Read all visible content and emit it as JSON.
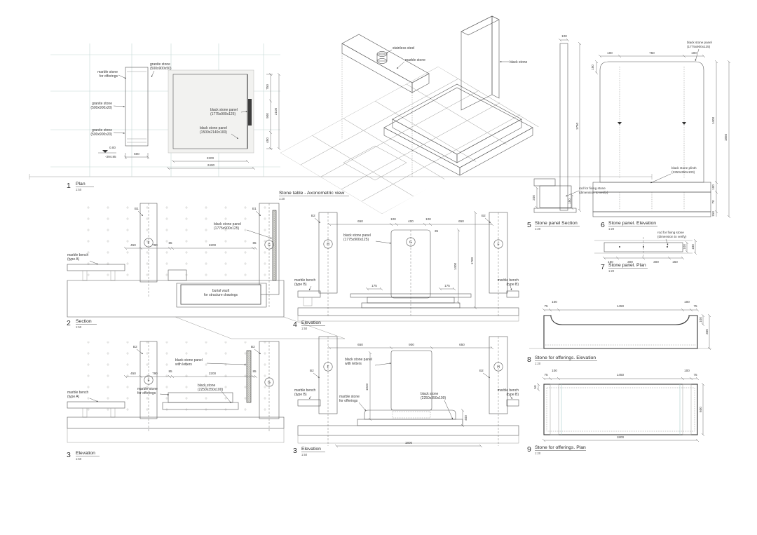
{
  "axon": {
    "caption": "Stone table - Axonometric view",
    "scale": "1:20",
    "lbl": {
      "black_stone": "black stone",
      "stainless": "stainless steel",
      "marble": "marble stone"
    }
  },
  "d1": {
    "num": "1",
    "title": "Plan",
    "scale": "1:50",
    "lbl": {
      "marble1": "marble stone",
      "marble2": "for offerings",
      "gtop1": "granite stone",
      "gtop2": "(500x900x50)",
      "ga1": "granite stone",
      "ga2": "(500x900x20)",
      "gb1": "granite stone",
      "gb2": "(500x900x20)",
      "p1": "black stone panel",
      "p2": "(1775x900x125)",
      "t1": "black stone panel",
      "t2": "(1500x2140x100)"
    },
    "dim": {
      "a": "750",
      "b": "900",
      "c": "450",
      "d": "2100",
      "e": "600",
      "f": "2200",
      "g": "2400",
      "lvl1": "0.00",
      "lvl2": "-394.85"
    }
  },
  "d2": {
    "num": "2",
    "title": "Section",
    "scale": "1:50",
    "lbl": {
      "bench1": "marble bench",
      "bench2": "(type A)",
      "p1": "black stone panel",
      "p2": "(1775x900x125)",
      "v1": "burial vault",
      "v2": "for structure drawings",
      "tagL": "B1",
      "tagR": "B1",
      "bubL": "F",
      "bubR": "G"
    },
    "dim": {
      "a": "450",
      "b": "790",
      "c": "85",
      "d": "2200",
      "e": "85"
    }
  },
  "d3": {
    "num": "3",
    "title": "Elevation",
    "scale": "1:50",
    "lbl": {
      "bench1": "marble bench",
      "bench2": "(type A)",
      "off1": "marble stone",
      "off2": "for offerings",
      "pl1": "black stone",
      "pl2": "(2250x350x100)",
      "pan1": "black stone panel",
      "pan2": "with letters",
      "tagL": "B2",
      "tagR": "B2",
      "bubL": "F",
      "bubR": "G"
    },
    "dim": {
      "a": "450",
      "b": "790",
      "c": "85",
      "d": "2200",
      "e": "85"
    }
  },
  "d4": {
    "num": "4",
    "title": "Elevation",
    "scale": "1:50",
    "lbl": {
      "p1": "black stone panel",
      "p2": "(1775x900x125)",
      "benchL1": "marble bench",
      "benchL2": "(type B)",
      "benchR1": "marble bench",
      "benchR2": "(type B)",
      "tagL": "B2",
      "tagR": "B2",
      "bubL": "H",
      "bubC": "G",
      "bubR": "F"
    },
    "dim": {
      "a": "650",
      "b": "100",
      "c": "400",
      "d": "100",
      "e": "650",
      "h1": "1400",
      "h2": "1700",
      "s1": "175",
      "s2": "175",
      "t": "35"
    }
  },
  "d3c": {
    "num": "3",
    "title": "Elevation",
    "scale": "1:50",
    "lbl": {
      "pan1": "black stone panel",
      "pan2": "with letters",
      "off1": "marble stone",
      "off2": "for offerings",
      "pl1": "black stone",
      "pl2": "(2250x350x100)",
      "benchL1": "marble bench",
      "benchL2": "(type B)",
      "benchR1": "marble bench",
      "benchR2": "(type B)",
      "tagL": "B2",
      "tagR": "B2",
      "bubL": "F",
      "bubR": "H"
    },
    "dim": {
      "a": "650",
      "b": "900",
      "c": "650",
      "v1": "1040",
      "v2": "400",
      "w": "1800"
    }
  },
  "d5": {
    "num": "5",
    "title": "Stone panel Section",
    "scale": "1:20",
    "lbl": {
      "rod1": "rod for fixing stone",
      "rod2": "(dimension to verify)"
    },
    "dim": {
      "a": "100",
      "b": "1750",
      "c": "200",
      "d": "150"
    }
  },
  "d6": {
    "num": "6",
    "title": "Stone panel. Elevation",
    "scale": "1:20",
    "lbl": {
      "p1": "black stone panel",
      "p2": "(1775x900x125)",
      "pl1": "black stone plinth",
      "pl2": "(2250x350x100)"
    },
    "dim": {
      "a": "100",
      "b": "750",
      "c": "100",
      "r": "150",
      "h1": "1400",
      "h2": "1850",
      "s1": "100",
      "s2": "70",
      "s3": "150"
    }
  },
  "d7": {
    "num": "7",
    "title": "Stone panel. Plan",
    "scale": "1:20",
    "lbl": {
      "rod1": "rod for fixing stone",
      "rod2": "(dimension to verify)"
    },
    "dim": {
      "a": "150",
      "b": "300",
      "c": "300",
      "d": "150",
      "t1": "100",
      "t2": "180"
    }
  },
  "d8": {
    "num": "8",
    "title": "Stone for offerings. Elevation",
    "scale": "1:20",
    "dim": {
      "a": "75",
      "b": "100",
      "c": "1450",
      "d": "100",
      "e": "75",
      "v1": "100",
      "v2": "300"
    }
  },
  "d9": {
    "num": "9",
    "title": "Stone for offerings. Plan",
    "scale": "1:20",
    "dim": {
      "a": "75",
      "b": "100",
      "c": "1450",
      "d": "100",
      "e": "75",
      "s": "50",
      "v": "600",
      "w": "1800"
    }
  }
}
